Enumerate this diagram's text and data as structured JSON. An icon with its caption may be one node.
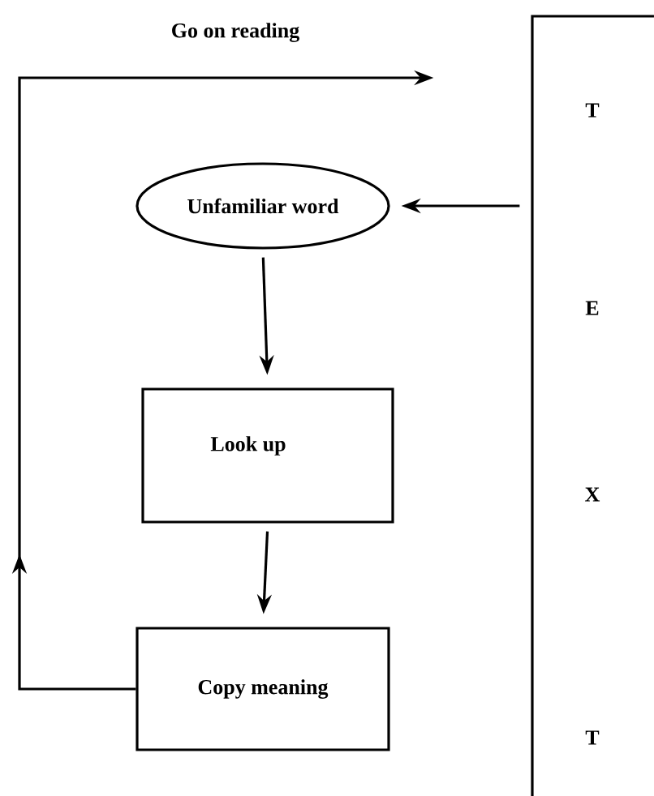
{
  "diagram": {
    "nodes": [
      {
        "text": [
          "T",
          "E",
          "X",
          "T"
        ]
      },
      {
        "text": [
          "Unfamiliar word"
        ]
      },
      {
        "text": [
          "Look up"
        ]
      },
      {
        "text": [
          "Copy meaning"
        ]
      }
    ],
    "edges": [
      {
        "from": 0,
        "to": 1,
        "arrow": "to"
      },
      {
        "from": 1,
        "to": 2,
        "arrow": "to"
      },
      {
        "from": 2,
        "to": 3,
        "arrow": "to"
      },
      {
        "from": 3,
        "to": 0,
        "arrow": "to",
        "label": "Go on reading"
      }
    ]
  }
}
